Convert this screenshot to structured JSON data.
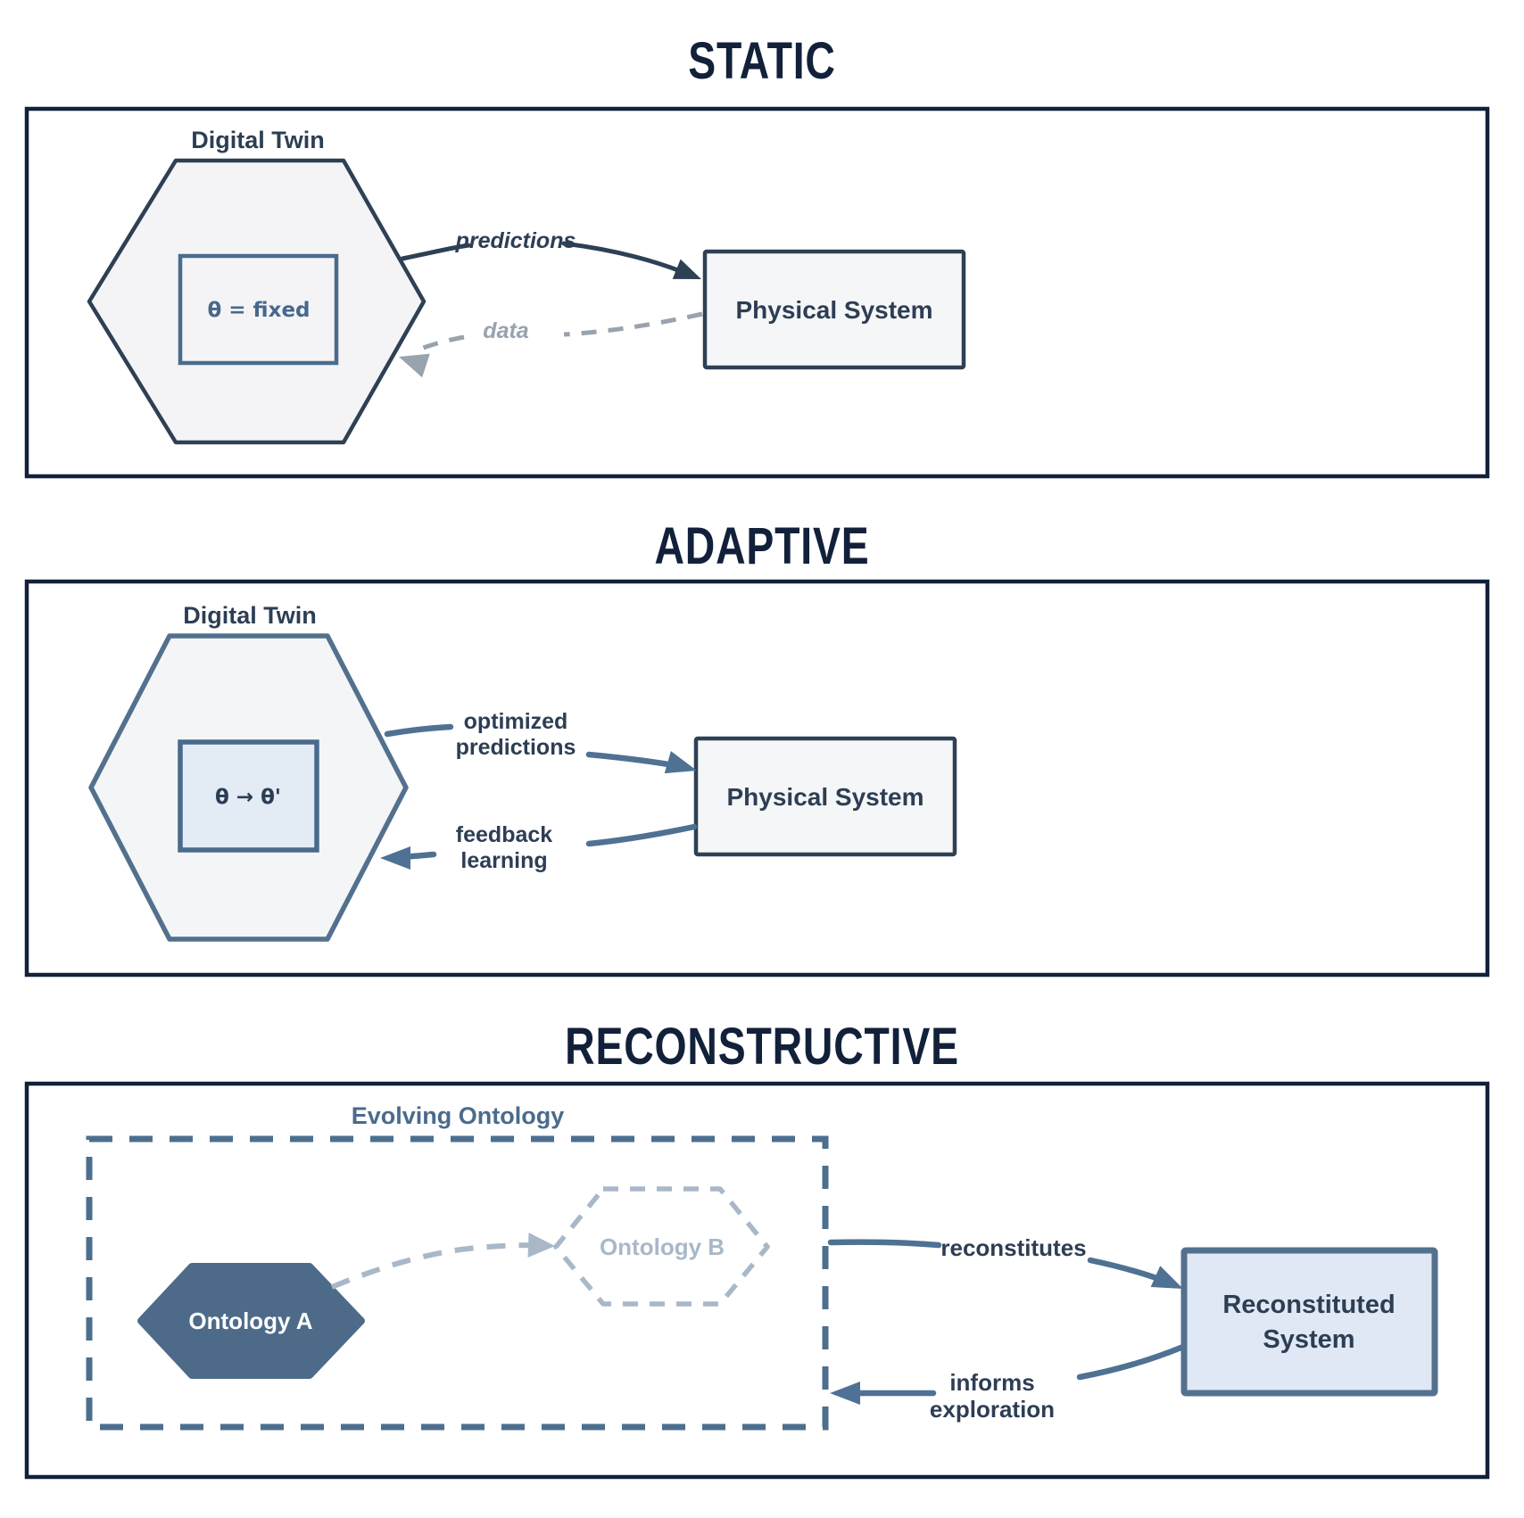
{
  "titles": {
    "panel1": "STATIC",
    "panel2": "ADAPTIVE",
    "panel3": "RECONSTRUCTIVE"
  },
  "panel1": {
    "twin_label": "Digital Twin",
    "param": "θ = fixed",
    "system": "Physical System",
    "arrow_out": "predictions",
    "arrow_back": "data"
  },
  "panel2": {
    "twin_label": "Digital Twin",
    "param": "θ → θ'",
    "system": "Physical System",
    "arrow_out_line1": "optimized",
    "arrow_out_line2": "predictions",
    "arrow_back_line1": "feedback",
    "arrow_back_line2": "learning"
  },
  "panel3": {
    "container_label": "Evolving Ontology",
    "ontology_a": "Ontology A",
    "ontology_b": "Ontology B",
    "arrow_out": "reconstitutes",
    "arrow_back_line1": "informs",
    "arrow_back_line2": "exploration",
    "system_line1": "Reconstituted",
    "system_line2": "System"
  },
  "colors": {
    "navy": "#12203a",
    "dark_slate": "#2d3e54",
    "steel": "#4f7193",
    "steel_border": "#53718e",
    "steel_text": "#47688c",
    "light_gray_fill": "#f4f4f6",
    "light_blue_fill": "#e3ebf5",
    "box_blue_fill": "#dfe8f4",
    "gray_dash": "#98a3ae",
    "light_steel": "#a9b8c8",
    "ontology_a_fill": "#4d6b89"
  }
}
